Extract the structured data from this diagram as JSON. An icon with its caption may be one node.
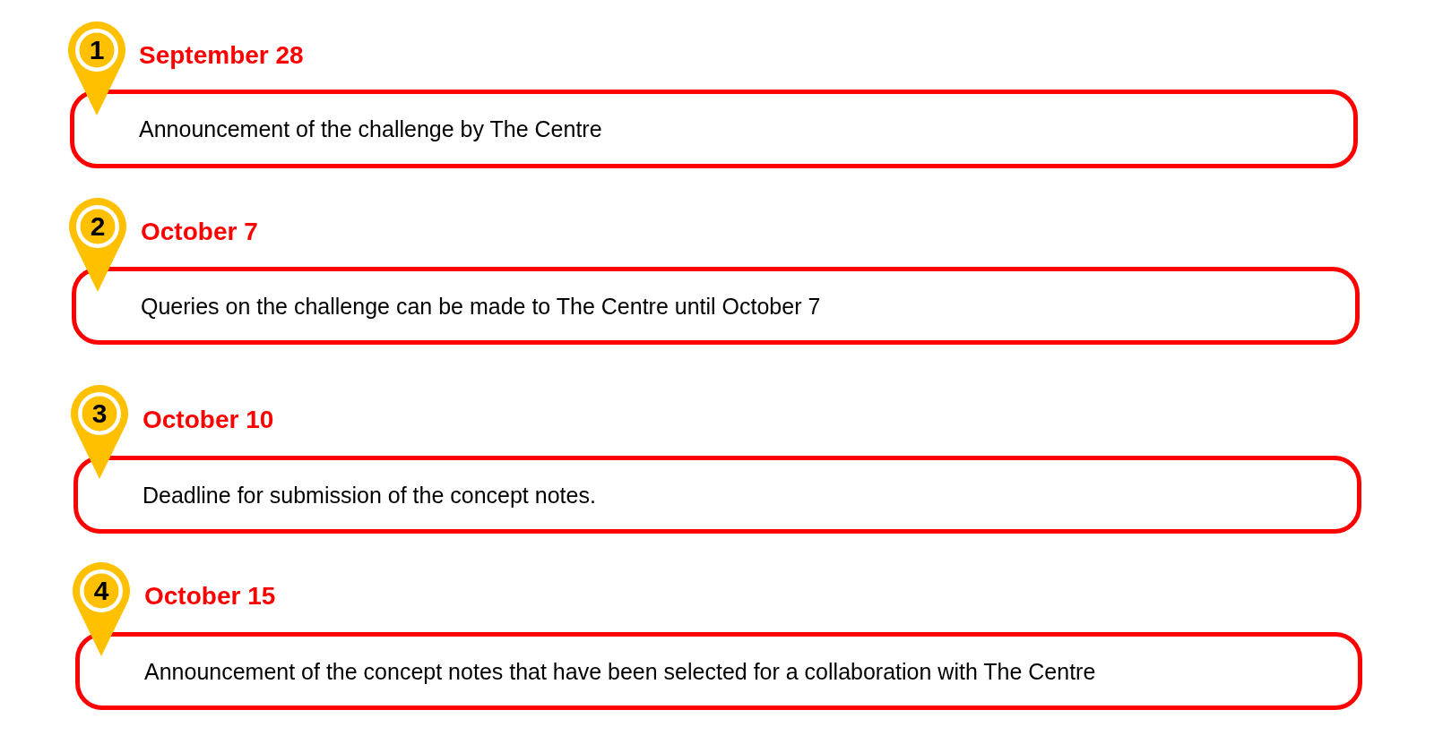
{
  "diagram": {
    "nodes": [
      {
        "text": [
          "1"
        ]
      },
      {
        "text": [
          "September 28",
          "Announcement of the challenge by The Centre"
        ]
      },
      {
        "text": [
          "2"
        ]
      },
      {
        "text": [
          "October 7",
          "Queries on the challenge can be made to The Centre until October 7"
        ]
      },
      {
        "text": [
          "3"
        ]
      },
      {
        "text": [
          "October 10",
          "Deadline for submission of the concept notes."
        ]
      },
      {
        "text": [
          "4"
        ]
      },
      {
        "text": [
          "October 15",
          "Announcement of the concept notes that have been selected for a collaboration with The Centre"
        ]
      }
    ]
  }
}
